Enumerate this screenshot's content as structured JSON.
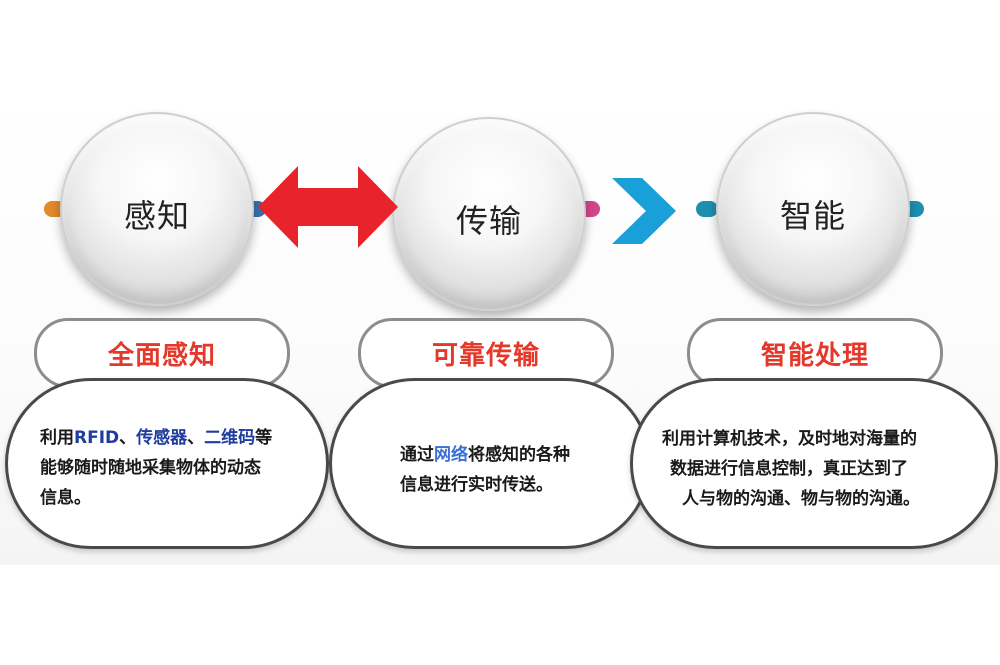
{
  "stages": [
    {
      "circle": "感知",
      "header": "全面感知"
    },
    {
      "circle": "传输",
      "header": "可靠传输"
    },
    {
      "circle": "智能",
      "header": "智能处理"
    }
  ],
  "descriptions": {
    "d1": {
      "pre": "利用",
      "h1": "RFID",
      "sep1": "、",
      "h2": "传感器",
      "sep2": "、",
      "h3": "二维码",
      "post": "等",
      "line2": "能够随时随地采集物体的动态",
      "line3": "信息。"
    },
    "d2": {
      "pre": "通过",
      "h1": "网络",
      "post": "将感知的各种",
      "line2": "信息进行实时传送。"
    },
    "d3": {
      "line1": "利用计算机技术，及时地对海量的",
      "line2": "数据进行信息控制，真正达到了",
      "line3": "人与物的沟通、物与物的沟通。"
    }
  },
  "colors": {
    "double_arrow": "#e8232a",
    "chevron": "#1aa0d8",
    "header_text": "#e4392a",
    "highlight": "#1f3c9e"
  }
}
